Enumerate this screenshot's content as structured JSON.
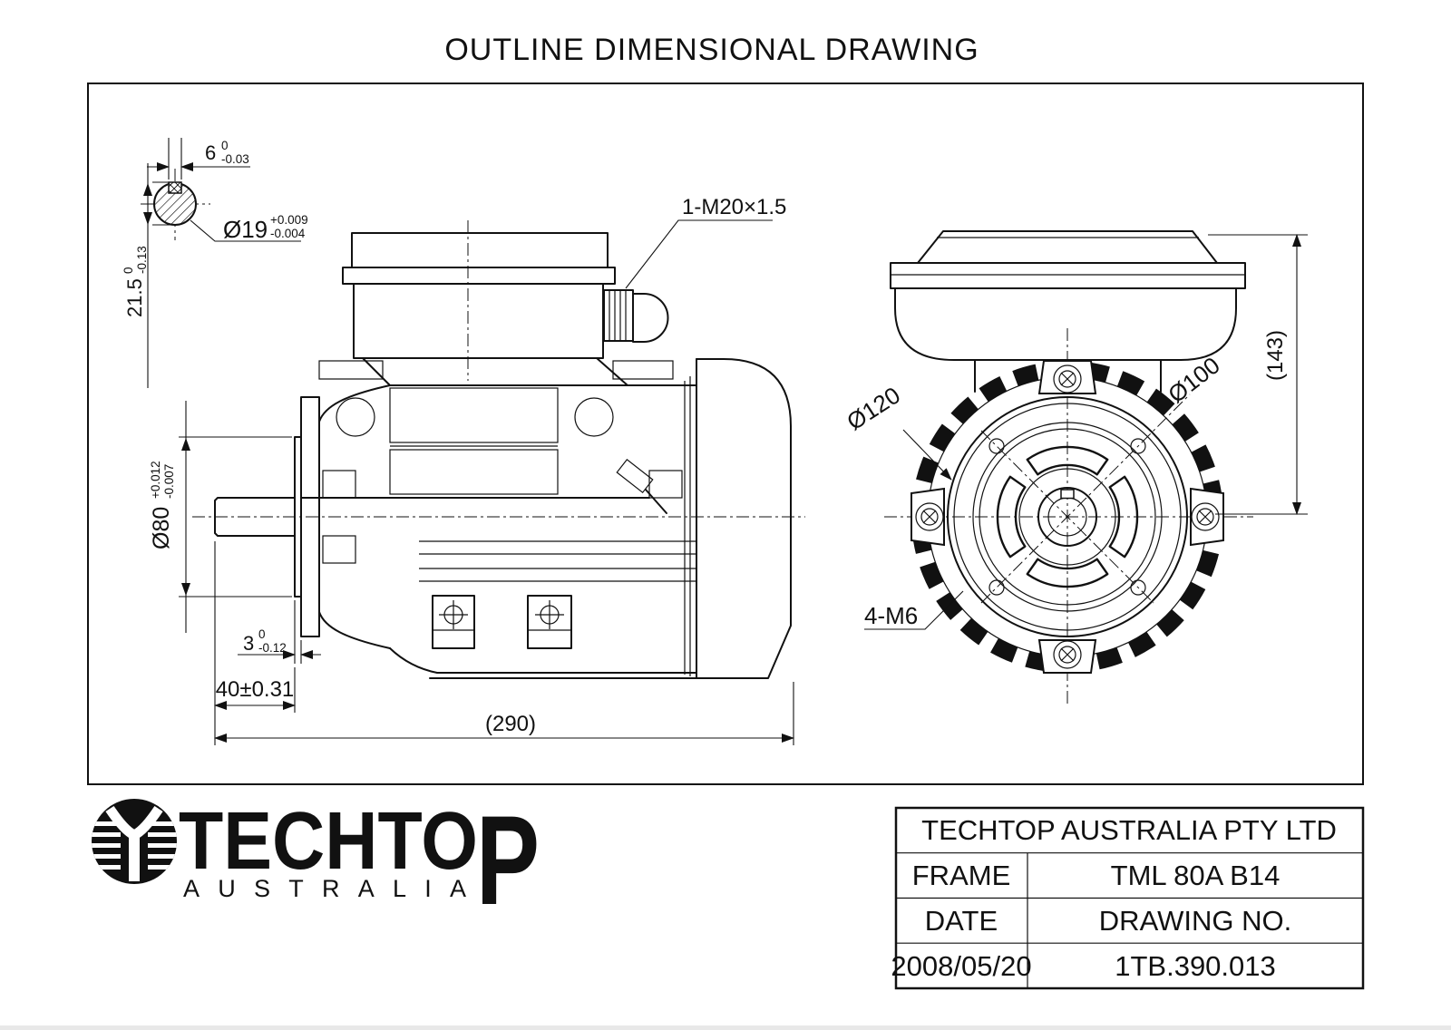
{
  "page_title": "OUTLINE DIMENSIONAL DRAWING",
  "dimensions": {
    "keyway_width": {
      "value": "6",
      "tol_upper": "0",
      "tol_lower": "-0.03"
    },
    "shaft_diameter": {
      "value": "Ø19",
      "tol_upper": "+0.009",
      "tol_lower": "-0.004"
    },
    "shaft_key_height": {
      "value": "21.5",
      "tol_upper": "0",
      "tol_lower": "-0.13"
    },
    "cable_gland": {
      "value": "1-M20×1.5"
    },
    "spigot_diameter": {
      "value": "Ø80",
      "tol_upper": "+0.012",
      "tol_lower": "-0.007"
    },
    "spigot_depth": {
      "value": "3",
      "tol_upper": "0",
      "tol_lower": "-0.12"
    },
    "shaft_extension": {
      "value": "40±0.31"
    },
    "overall_length": {
      "value": "(290)"
    },
    "flange_diameter": {
      "value": "Ø120"
    },
    "bolt_circle_diameter": {
      "value": "Ø100"
    },
    "overall_height": {
      "value": "(143)"
    },
    "mounting_holes": {
      "value": "4-M6"
    }
  },
  "logo": {
    "brand_head": "TECHTO",
    "brand_tail": "P",
    "subtitle": "AUSTRALIA"
  },
  "title_block": {
    "company": "TECHTOP AUSTRALIA PTY LTD",
    "frame_label": "FRAME",
    "frame_value": "TML 80A B14",
    "date_label": "DATE",
    "drawing_no_label": "DRAWING NO.",
    "date_value": "2008/05/20",
    "drawing_no_value": "1TB.390.013"
  },
  "colors": {
    "ink": "#111111",
    "paper": "#ffffff"
  }
}
